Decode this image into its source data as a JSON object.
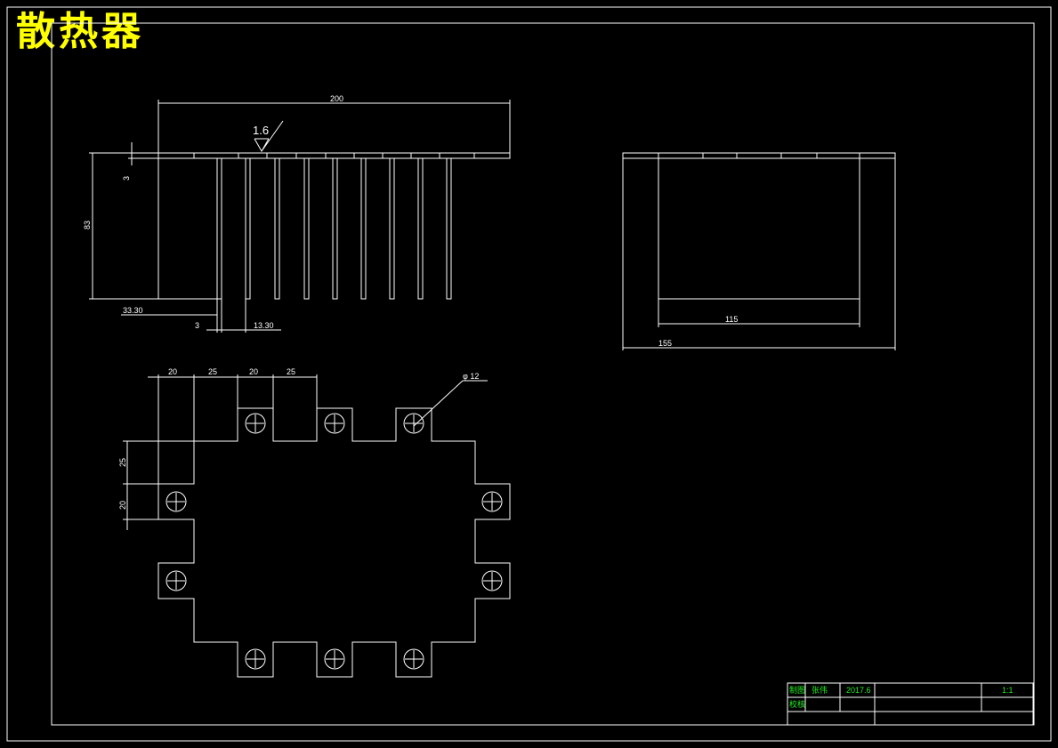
{
  "title": "散热器",
  "side_view": {
    "roughness": "1.6",
    "dims": {
      "width": "200",
      "base_thickness": "3",
      "height": "83",
      "offset": "33.30",
      "fin_thickness": "3",
      "fin_pitch": "13.30"
    }
  },
  "end_view": {
    "dims": {
      "inner": "115",
      "outer": "155"
    }
  },
  "plan_view": {
    "dims": {
      "top_1": "20",
      "top_2": "25",
      "top_3": "20",
      "top_4": "25",
      "hole_dia": "φ 12",
      "left_1": "25",
      "left_2": "20"
    }
  },
  "title_block": {
    "row1_label": "制图",
    "row1_name": "张伟",
    "date": "2017.6",
    "scale": "1:1",
    "row2_label": "校核"
  },
  "colors": {
    "background": "#000000",
    "lines": "#ffffff",
    "title": "#ffff00",
    "title_block_text": "#22ee22"
  }
}
